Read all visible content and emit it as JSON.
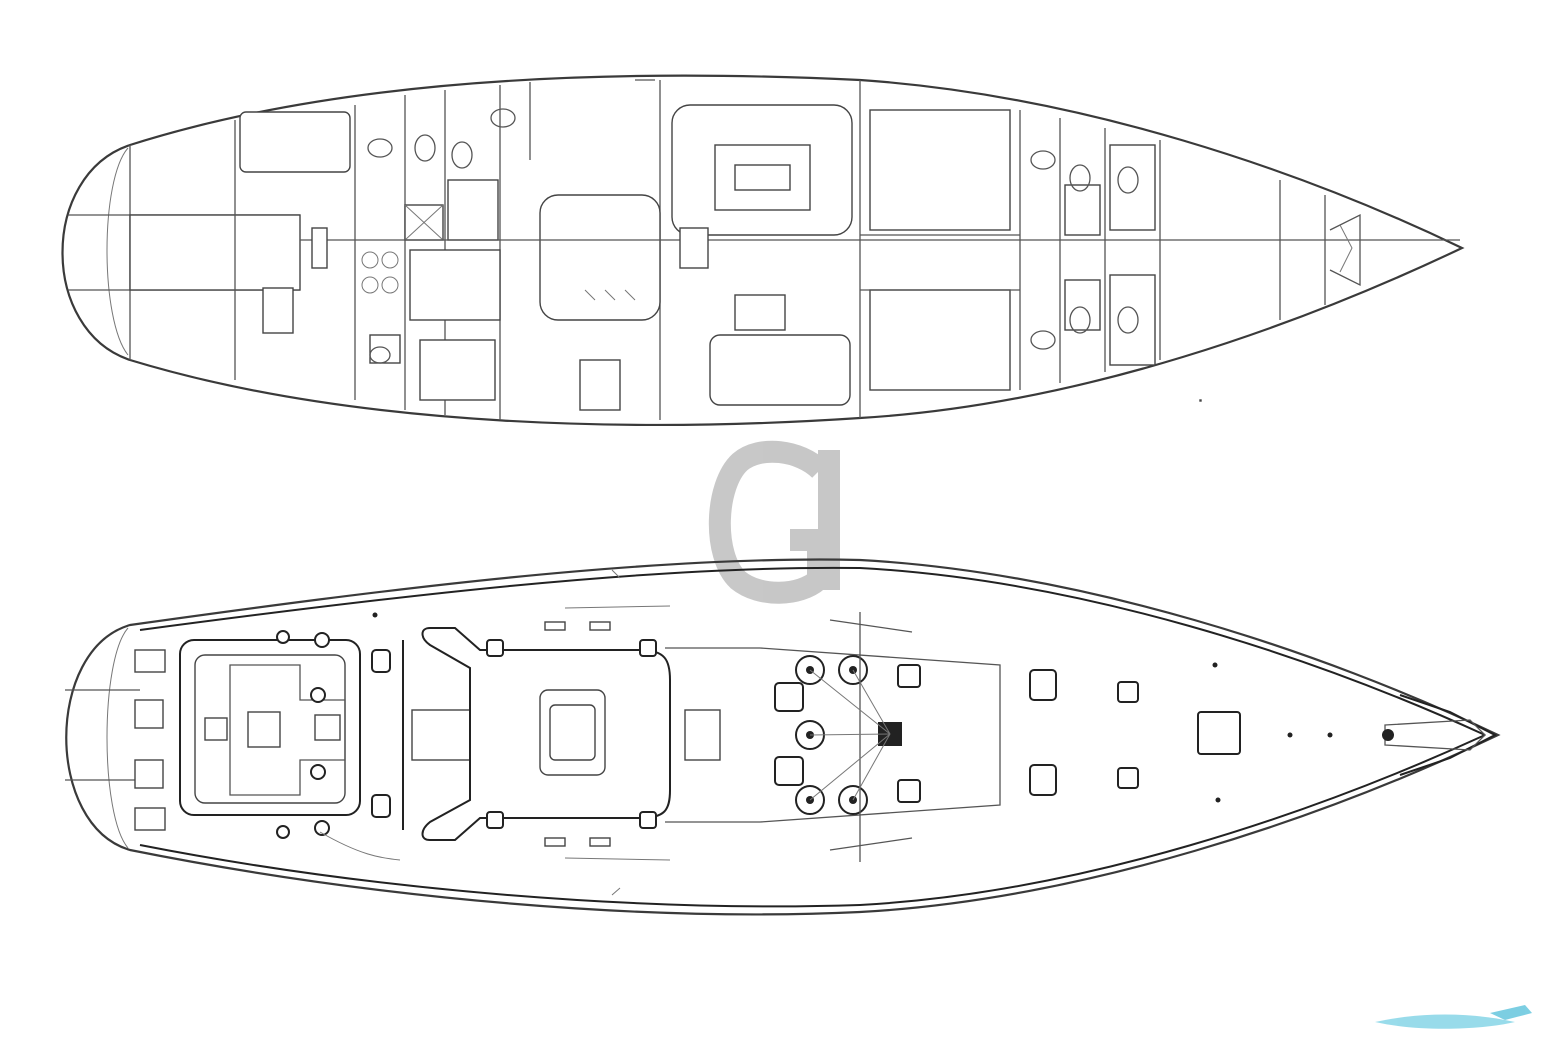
{
  "drawings": {
    "accommodation_plan": {
      "icon": "interior-layout-plan"
    },
    "deck_plan": {
      "icon": "deck-layout-plan"
    }
  },
  "watermark": {
    "icon": "letter-g-logo-watermark",
    "color": "#c8c8c8"
  },
  "corner_logo": {
    "icon": "boat-wave-logo",
    "color": "#7fd3e6"
  }
}
